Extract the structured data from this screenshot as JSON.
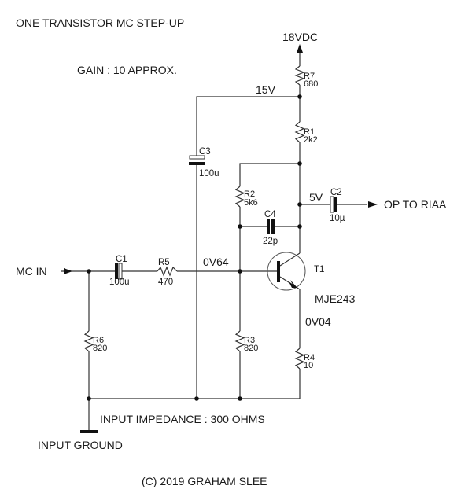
{
  "title": "ONE TRANSISTOR MC STEP-UP",
  "gain_note": "GAIN : 10 APPROX.",
  "supply_label": "18VDC",
  "input_impedance_note": "INPUT IMPEDANCE : 300 OHMS",
  "input_label": "MC IN",
  "output_label": "OP TO RIAA",
  "ground_label": "INPUT GROUND",
  "copyright": "(C) 2019 GRAHAM SLEE",
  "voltages": {
    "rail": "15V",
    "collector": "5V",
    "base": "0V64",
    "emitter": "0V04"
  },
  "components": {
    "R1": {
      "ref": "R1",
      "value": "2k2"
    },
    "R2": {
      "ref": "R2",
      "value": "5k6"
    },
    "R3": {
      "ref": "R3",
      "value": "820"
    },
    "R4": {
      "ref": "R4",
      "value": "10"
    },
    "R5": {
      "ref": "R5",
      "value": "470"
    },
    "R6": {
      "ref": "R6",
      "value": "820"
    },
    "R7": {
      "ref": "R7",
      "value": "680"
    },
    "C1": {
      "ref": "C1",
      "value": "100u"
    },
    "C2": {
      "ref": "C2",
      "value": "10µ"
    },
    "C3": {
      "ref": "C3",
      "value": "100u"
    },
    "C4": {
      "ref": "C4",
      "value": "22p"
    },
    "T1": {
      "ref": "T1",
      "value": "MJE243"
    }
  }
}
